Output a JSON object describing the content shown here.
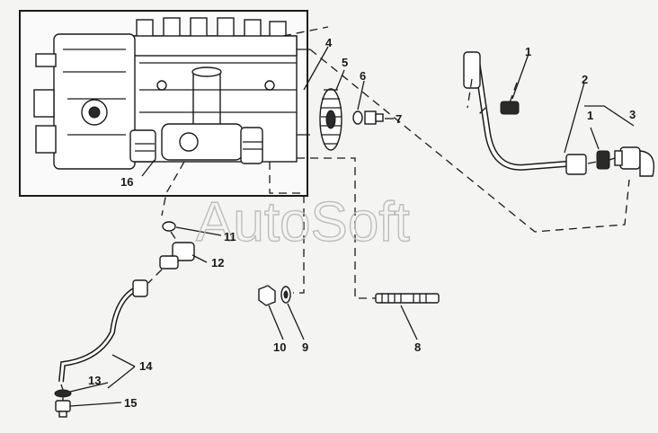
{
  "watermark": "AutoSoft",
  "callouts": [
    {
      "id": "1a",
      "text": "1"
    },
    {
      "id": "1b",
      "text": "1"
    },
    {
      "id": "2",
      "text": "2"
    },
    {
      "id": "3",
      "text": "3"
    },
    {
      "id": "4",
      "text": "4"
    },
    {
      "id": "5",
      "text": "5"
    },
    {
      "id": "6",
      "text": "6"
    },
    {
      "id": "7",
      "text": "7"
    },
    {
      "id": "8",
      "text": "8"
    },
    {
      "id": "9",
      "text": "9"
    },
    {
      "id": "10",
      "text": "10"
    },
    {
      "id": "11",
      "text": "11"
    },
    {
      "id": "12",
      "text": "12"
    },
    {
      "id": "13",
      "text": "13"
    },
    {
      "id": "14",
      "text": "14"
    },
    {
      "id": "15",
      "text": "15"
    },
    {
      "id": "16",
      "text": "16"
    }
  ]
}
